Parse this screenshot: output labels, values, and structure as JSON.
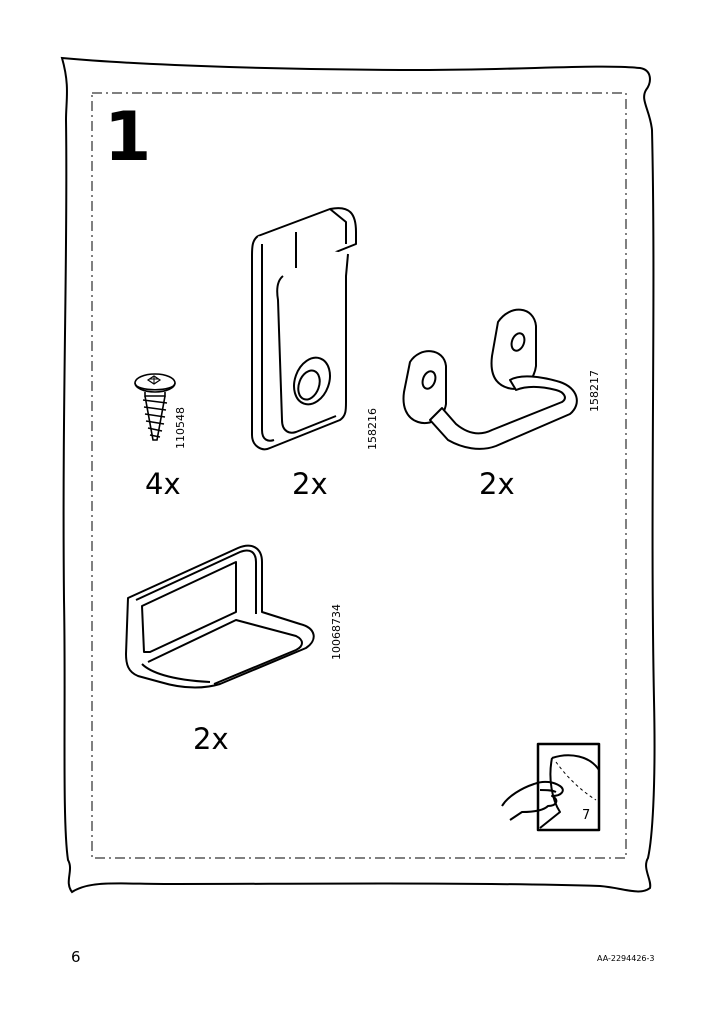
{
  "step": {
    "number": "1"
  },
  "parts": [
    {
      "name": "screw",
      "quantity": "4x",
      "part_number": "110548",
      "icon": "screw-icon"
    },
    {
      "name": "hanging-bracket",
      "quantity": "2x",
      "part_number": "158216",
      "icon": "hook-bracket-icon"
    },
    {
      "name": "u-handle",
      "quantity": "2x",
      "part_number": "158217",
      "icon": "u-handle-icon"
    },
    {
      "name": "l-bracket",
      "quantity": "2x",
      "part_number": "10068734",
      "icon": "l-bracket-icon"
    }
  ],
  "reference": {
    "page": "7",
    "icon": "turn-page-hand-icon"
  },
  "footer": {
    "page_number": "6",
    "document_id": "AA-2294426-3"
  }
}
